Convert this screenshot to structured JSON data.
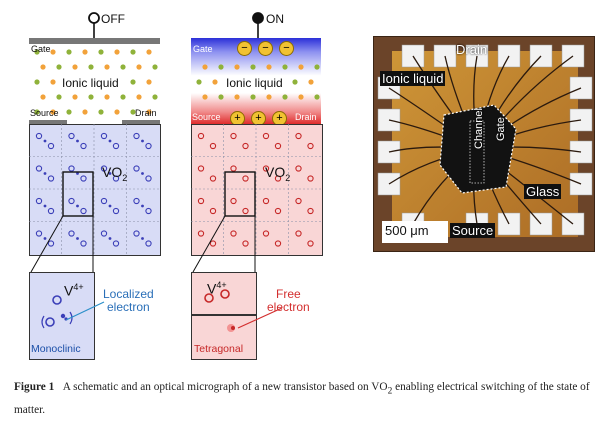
{
  "off": {
    "switch_label": "OFF",
    "gate": "Gate",
    "liquid": "Ionic liquid",
    "source": "Source",
    "drain": "Drain",
    "material": "VO",
    "material_sub": "2",
    "ion_label": "V",
    "ion_sup": "4+",
    "electron_label_1": "Localized",
    "electron_label_2": "electron",
    "phase": "Monoclinic"
  },
  "on": {
    "switch_label": "ON",
    "gate": "Gate",
    "liquid": "Ionic liquid",
    "source": "Source",
    "drain": "Drain",
    "material": "VO",
    "material_sub": "2",
    "ion_label": "V",
    "ion_sup": "4+",
    "electron_label_1": "Free",
    "electron_label_2": "electron",
    "phase": "Tetragonal",
    "minus_sign": "−",
    "plus_sign": "+"
  },
  "photo": {
    "drain": "Drain",
    "ionic_liquid": "Ionic liquid",
    "channel": "Channel",
    "gate": "Gate",
    "glass": "Glass",
    "scale": "500 μm",
    "source": "Source"
  },
  "caption": {
    "figure": "Figure 1",
    "text_before": "A schematic and an optical micrograph of a new transistor based on VO",
    "text_sub": "2",
    "text_after": " enabling electrical switching of the state of matter."
  },
  "colors": {
    "off_fill": "#d8dcf6",
    "on_fill": "#f9d6d6",
    "blue_dot": "#3b3fb8",
    "red_dot": "#c62828",
    "orange_ion": "#f2a23a",
    "green_ion": "#8fb23a",
    "grid_line": "#8a8fa8"
  }
}
